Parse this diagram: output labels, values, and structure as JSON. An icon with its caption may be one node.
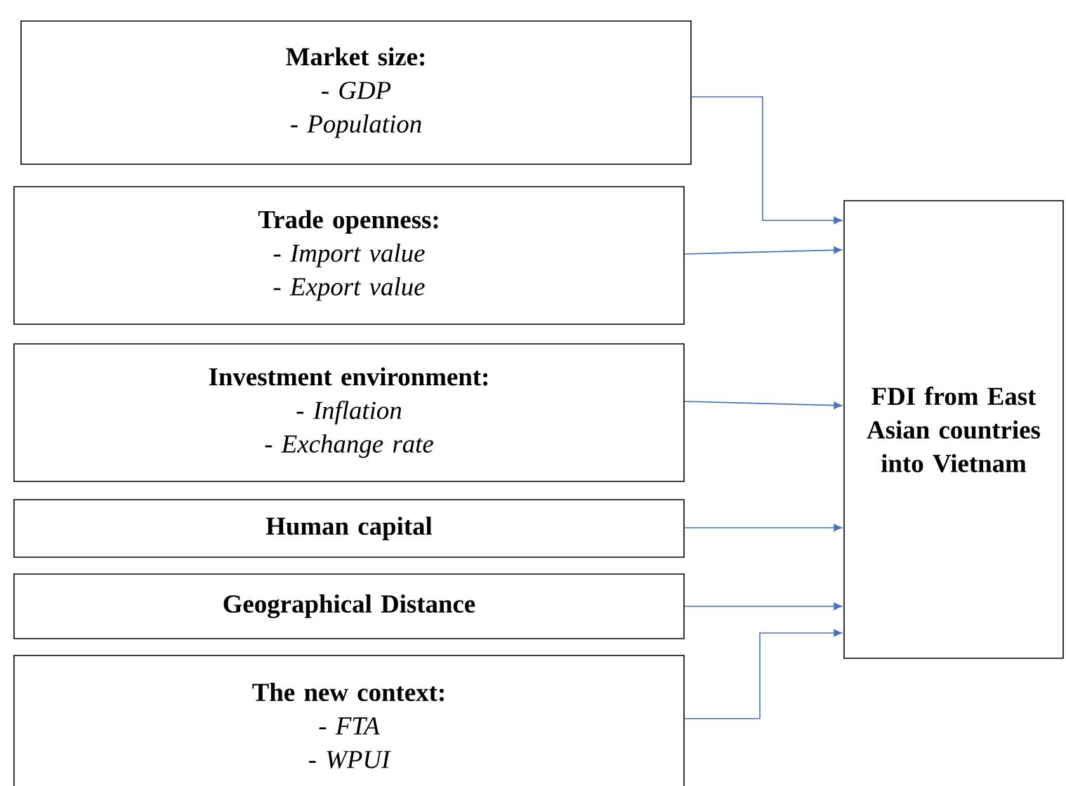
{
  "diagram": {
    "nodes": [
      {
        "text": [
          "Market size:",
          "- GDP",
          "- Population"
        ]
      },
      {
        "text": [
          "Trade openness:",
          "- Import value",
          "- Export value"
        ]
      },
      {
        "text": [
          "Investment environment:",
          "- Inflation",
          "- Exchange rate"
        ]
      },
      {
        "text": [
          "Human capital"
        ]
      },
      {
        "text": [
          "Geographical Distance"
        ]
      },
      {
        "text": [
          "The new context:",
          "- FTA",
          "- WPUI"
        ]
      },
      {
        "text": [
          "FDI from East Asian countries into Vietnam"
        ]
      }
    ],
    "edges": [
      {
        "from": 0,
        "to": 6,
        "arrow": "to"
      },
      {
        "from": 1,
        "to": 6,
        "arrow": "to"
      },
      {
        "from": 2,
        "to": 6,
        "arrow": "to"
      },
      {
        "from": 3,
        "to": 6,
        "arrow": "to"
      },
      {
        "from": 4,
        "to": 6,
        "arrow": "to"
      },
      {
        "from": 5,
        "to": 6,
        "arrow": "to"
      }
    ]
  }
}
